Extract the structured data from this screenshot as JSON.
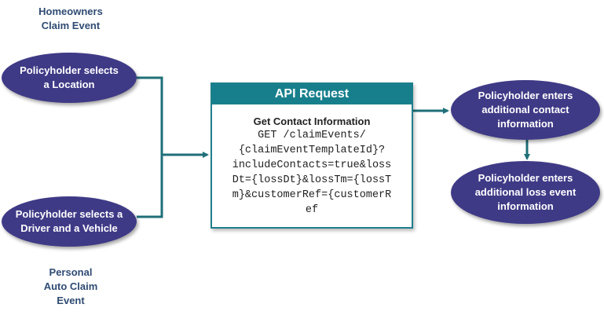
{
  "captions": {
    "homeowners": "Homeowners\nClaim Event",
    "personal_auto": "Personal\nAuto Claim\nEvent"
  },
  "nodes": {
    "location": "Policyholder selects\na Location",
    "driver_vehicle": "Policyholder selects a\nDriver and a Vehicle",
    "contact_info": "Policyholder enters\nadditional contact\ninformation",
    "loss_event": "Policyholder enters\nadditional loss event\ninformation"
  },
  "api": {
    "header": "API Request",
    "subtitle": "Get Contact Information",
    "request": "GET /claimEvents/\n{claimEventTemplateId}?\nincludeContacts=true&loss\nDt={lossDt}&lossTm={lossT\nm}&customerRef={customerR\nef"
  },
  "colors": {
    "oval_fill": "#3f3a86",
    "connector": "#1f6f78",
    "api_header": "#177f8c",
    "caption_text": "#2f4b72"
  }
}
